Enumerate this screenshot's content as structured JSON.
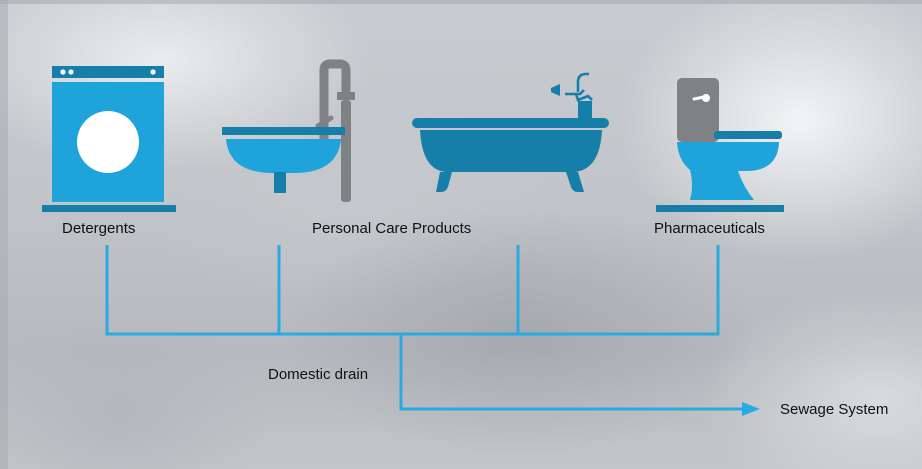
{
  "labels": {
    "detergents": "Detergents",
    "personal_care": "Personal Care Products",
    "pharmaceuticals": "Pharmaceuticals",
    "domestic_drain": "Domestic drain",
    "sewage_system": "Sewage System"
  },
  "icons": [
    "washing-machine-icon",
    "sink-icon",
    "bathtub-icon",
    "toilet-icon"
  ],
  "colors": {
    "pipe": "#2aaae2",
    "icon_blue": "#1ea3da",
    "icon_dark_blue": "#157fa9",
    "icon_grey": "#7f8285"
  }
}
